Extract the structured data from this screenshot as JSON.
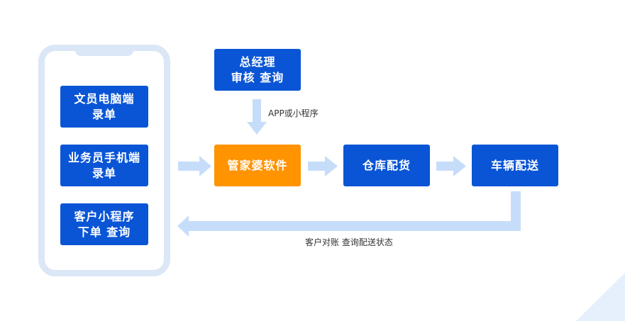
{
  "colors": {
    "primary_box": "#0a55d6",
    "highlight_box": "#ff9300",
    "arrow": "#c6ddfa",
    "phone_frame": "#dbe6f6"
  },
  "phone": {
    "entries": [
      {
        "line1": "文员电脑端",
        "line2": "录单"
      },
      {
        "line1": "业务员手机端",
        "line2": "录单"
      },
      {
        "line1": "客户小程序",
        "line2": "下单 查询"
      }
    ]
  },
  "nodes": {
    "gm": {
      "line1": "总经理",
      "line2": "审核 查询"
    },
    "software": {
      "label": "管家婆软件"
    },
    "warehouse": {
      "label": "仓库配货"
    },
    "delivery": {
      "label": "车辆配送"
    }
  },
  "edge_labels": {
    "gm_to_software": "APP或小程序",
    "return_path": "客户对账 查询配送状态"
  }
}
